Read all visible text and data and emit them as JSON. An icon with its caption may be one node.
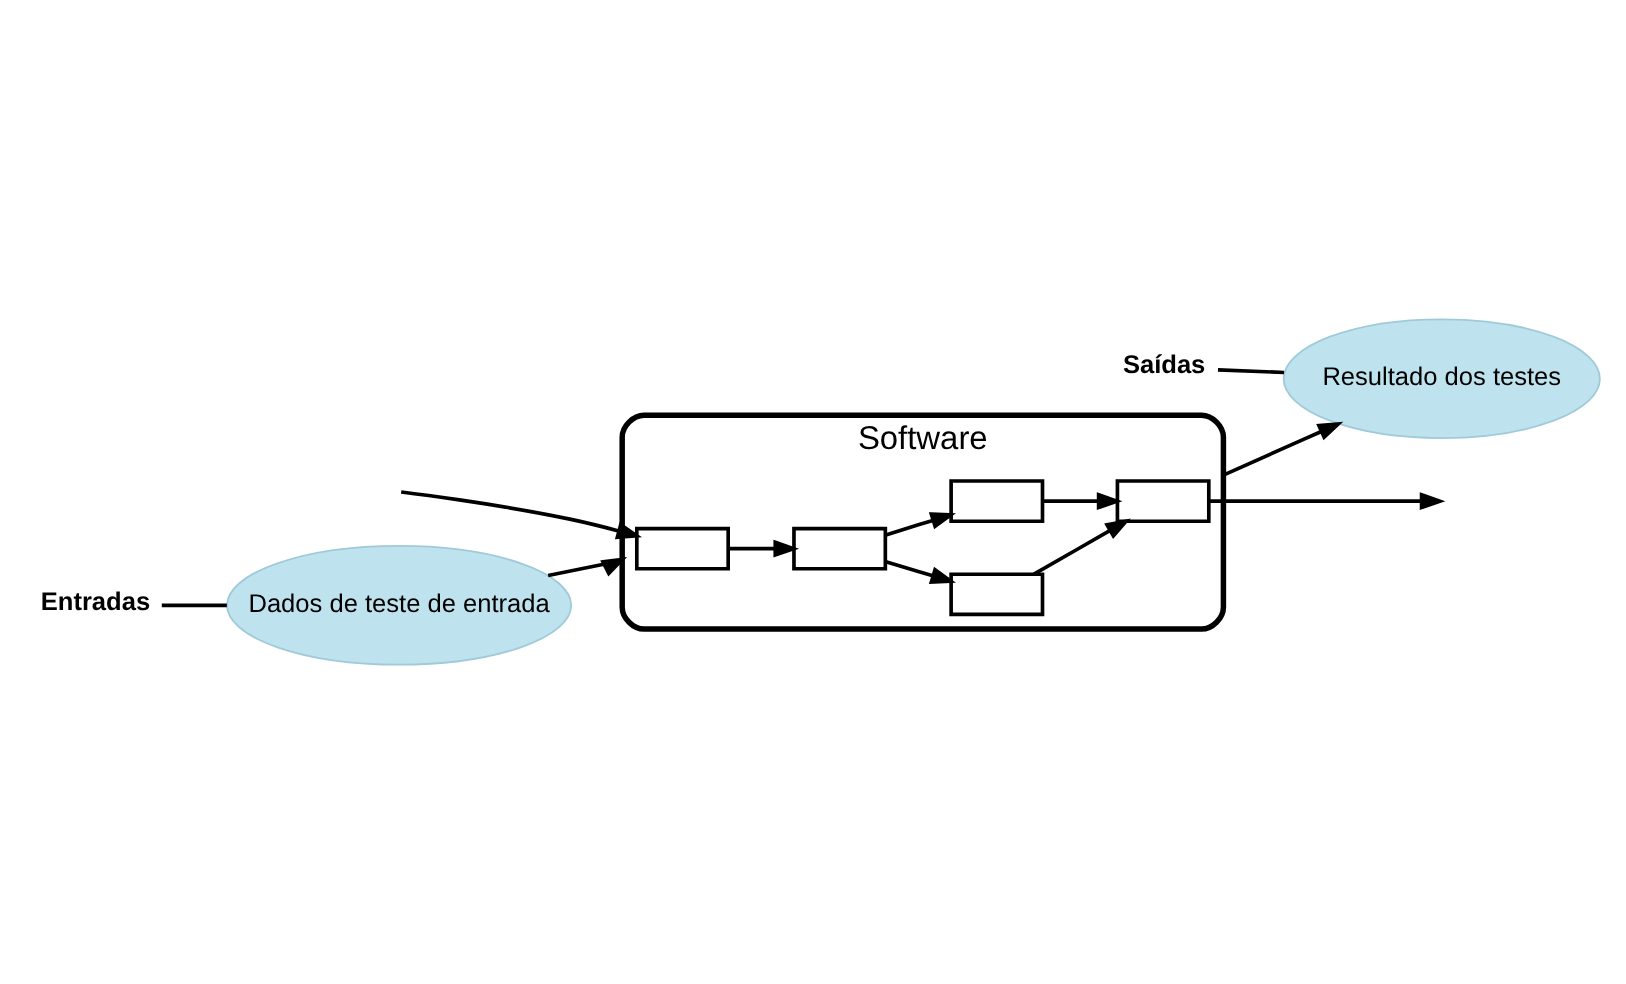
{
  "diagram": {
    "nodes": [
      {
        "text": [
          "Dados de teste de entrada"
        ]
      },
      {
        "text": [
          "Entradas"
        ]
      },
      {
        "text": [
          "Software"
        ]
      },
      {
        "text": [],
        "shape": "box",
        "in": 2
      },
      {
        "text": [],
        "shape": "box",
        "in": 2
      },
      {
        "text": [],
        "shape": "box",
        "in": 2
      },
      {
        "text": [],
        "shape": "box",
        "in": 2
      },
      {
        "text": [],
        "shape": "box",
        "in": 2
      },
      {
        "text": [
          "Resultado dos testes"
        ]
      },
      {
        "text": [
          "Saídas"
        ]
      }
    ],
    "edges": [
      {
        "from": 1,
        "to": 0,
        "arrow": "none"
      },
      {
        "from": 0,
        "to": 2,
        "arrow": "to"
      },
      {
        "from": null,
        "to": 3,
        "arrow": "to"
      },
      {
        "from": 3,
        "to": 4,
        "arrow": "to"
      },
      {
        "from": 4,
        "to": 5,
        "arrow": "to"
      },
      {
        "from": 4,
        "to": 6,
        "arrow": "to"
      },
      {
        "from": 5,
        "to": 7,
        "arrow": "to"
      },
      {
        "from": 6,
        "to": 7,
        "arrow": "to"
      },
      {
        "from": 7,
        "to": null,
        "arrow": "to"
      },
      {
        "from": 2,
        "to": 8,
        "arrow": "to"
      },
      {
        "from": 9,
        "to": 8,
        "arrow": "none"
      }
    ]
  }
}
